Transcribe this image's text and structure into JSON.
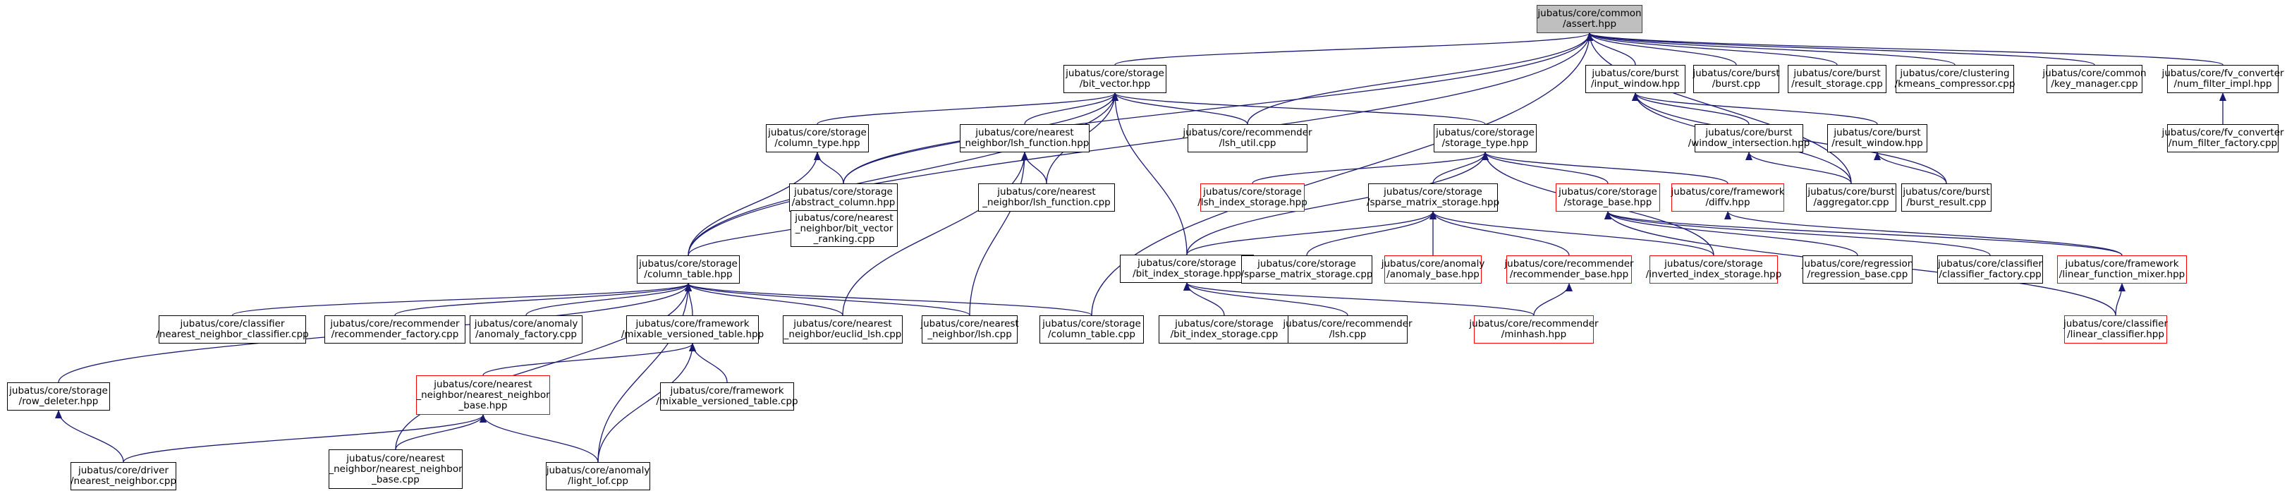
{
  "title": "jubatus/core/common/assert.hpp",
  "colors": {
    "edge": "#191970",
    "node_border": "#000000",
    "truncated_border": "#ff0000",
    "root_fill": "#bfbfbf"
  },
  "nodes": [
    {
      "id": "assert",
      "lines": [
        "jubatus/core/common",
        "/assert.hpp"
      ],
      "style": "root"
    },
    {
      "id": "bit_vector",
      "lines": [
        "jubatus/core/storage",
        "/bit_vector.hpp"
      ],
      "style": "normal"
    },
    {
      "id": "input_window",
      "lines": [
        "jubatus/core/burst",
        "/input_window.hpp"
      ],
      "style": "normal"
    },
    {
      "id": "burst_cpp",
      "lines": [
        "jubatus/core/burst",
        "/burst.cpp"
      ],
      "style": "normal"
    },
    {
      "id": "result_storage",
      "lines": [
        "jubatus/core/burst",
        "/result_storage.cpp"
      ],
      "style": "normal"
    },
    {
      "id": "kmeans",
      "lines": [
        "jubatus/core/clustering",
        "/kmeans_compressor.cpp"
      ],
      "style": "normal"
    },
    {
      "id": "key_manager",
      "lines": [
        "jubatus/core/common",
        "/key_manager.cpp"
      ],
      "style": "normal"
    },
    {
      "id": "num_filter_impl",
      "lines": [
        "jubatus/core/fv_converter",
        "/num_filter_impl.hpp"
      ],
      "style": "normal"
    },
    {
      "id": "num_filter_factory",
      "lines": [
        "jubatus/core/fv_converter",
        "/num_filter_factory.cpp"
      ],
      "style": "normal"
    },
    {
      "id": "column_type",
      "lines": [
        "jubatus/core/storage",
        "/column_type.hpp"
      ],
      "style": "normal"
    },
    {
      "id": "lsh_function_hpp",
      "lines": [
        "jubatus/core/nearest",
        "_neighbor/lsh_function.hpp"
      ],
      "style": "normal"
    },
    {
      "id": "lsh_util",
      "lines": [
        "jubatus/core/recommender",
        "/lsh_util.cpp"
      ],
      "style": "normal"
    },
    {
      "id": "storage_type",
      "lines": [
        "jubatus/core/storage",
        "/storage_type.hpp"
      ],
      "style": "normal"
    },
    {
      "id": "window_intersection",
      "lines": [
        "jubatus/core/burst",
        "/window_intersection.hpp"
      ],
      "style": "normal"
    },
    {
      "id": "result_window",
      "lines": [
        "jubatus/core/burst",
        "/result_window.hpp"
      ],
      "style": "normal"
    },
    {
      "id": "abstract_column",
      "lines": [
        "jubatus/core/storage",
        "/abstract_column.hpp"
      ],
      "style": "normal"
    },
    {
      "id": "lsh_function_cpp",
      "lines": [
        "jubatus/core/nearest",
        "_neighbor/lsh_function.cpp"
      ],
      "style": "normal"
    },
    {
      "id": "lsh_index_storage",
      "lines": [
        "jubatus/core/storage",
        "/lsh_index_storage.hpp"
      ],
      "style": "truncated"
    },
    {
      "id": "sparse_matrix_storage_hpp",
      "lines": [
        "jubatus/core/storage",
        "/sparse_matrix_storage.hpp"
      ],
      "style": "normal"
    },
    {
      "id": "storage_base",
      "lines": [
        "jubatus/core/storage",
        "/storage_base.hpp"
      ],
      "style": "truncated"
    },
    {
      "id": "diffv",
      "lines": [
        "jubatus/core/framework",
        "/diffv.hpp"
      ],
      "style": "truncated"
    },
    {
      "id": "aggregator",
      "lines": [
        "jubatus/core/burst",
        "/aggregator.cpp"
      ],
      "style": "normal"
    },
    {
      "id": "burst_result",
      "lines": [
        "jubatus/core/burst",
        "/burst_result.cpp"
      ],
      "style": "normal"
    },
    {
      "id": "bit_vector_ranking",
      "lines": [
        "jubatus/core/nearest",
        "_neighbor/bit_vector",
        "_ranking.cpp"
      ],
      "style": "normal"
    },
    {
      "id": "column_table_hpp",
      "lines": [
        "jubatus/core/storage",
        "/column_table.hpp"
      ],
      "style": "normal"
    },
    {
      "id": "bit_index_storage_hpp",
      "lines": [
        "jubatus/core/storage",
        "/bit_index_storage.hpp"
      ],
      "style": "normal"
    },
    {
      "id": "sparse_matrix_storage_cpp",
      "lines": [
        "jubatus/core/storage",
        "/sparse_matrix_storage.cpp"
      ],
      "style": "normal"
    },
    {
      "id": "anomaly_base",
      "lines": [
        "jubatus/core/anomaly",
        "/anomaly_base.hpp"
      ],
      "style": "truncated"
    },
    {
      "id": "recommender_base",
      "lines": [
        "jubatus/core/recommender",
        "/recommender_base.hpp"
      ],
      "style": "truncated"
    },
    {
      "id": "inverted_index_storage",
      "lines": [
        "jubatus/core/storage",
        "/inverted_index_storage.hpp"
      ],
      "style": "truncated"
    },
    {
      "id": "regression_base",
      "lines": [
        "jubatus/core/regression",
        "/regression_base.cpp"
      ],
      "style": "normal"
    },
    {
      "id": "classifier_factory",
      "lines": [
        "jubatus/core/classifier",
        "/classifier_factory.cpp"
      ],
      "style": "normal"
    },
    {
      "id": "linear_function_mixer",
      "lines": [
        "jubatus/core/framework",
        "/linear_function_mixer.hpp"
      ],
      "style": "truncated"
    },
    {
      "id": "nn_classifier",
      "lines": [
        "jubatus/core/classifier",
        "/nearest_neighbor_classifier.cpp"
      ],
      "style": "normal"
    },
    {
      "id": "recommender_factory",
      "lines": [
        "jubatus/core/recommender",
        "/recommender_factory.cpp"
      ],
      "style": "normal"
    },
    {
      "id": "anomaly_factory",
      "lines": [
        "jubatus/core/anomaly",
        "/anomaly_factory.cpp"
      ],
      "style": "normal"
    },
    {
      "id": "mixable_versioned_table_hpp",
      "lines": [
        "jubatus/core/framework",
        "/mixable_versioned_table.hpp"
      ],
      "style": "normal"
    },
    {
      "id": "euclid_lsh",
      "lines": [
        "jubatus/core/nearest",
        "_neighbor/euclid_lsh.cpp"
      ],
      "style": "normal"
    },
    {
      "id": "nn_lsh",
      "lines": [
        "jubatus/core/nearest",
        "_neighbor/lsh.cpp"
      ],
      "style": "normal"
    },
    {
      "id": "column_table_cpp",
      "lines": [
        "jubatus/core/storage",
        "/column_table.cpp"
      ],
      "style": "normal"
    },
    {
      "id": "bit_index_storage_cpp",
      "lines": [
        "jubatus/core/storage",
        "/bit_index_storage.cpp"
      ],
      "style": "normal"
    },
    {
      "id": "rec_lsh",
      "lines": [
        "jubatus/core/recommender",
        "/lsh.cpp"
      ],
      "style": "normal"
    },
    {
      "id": "minhash",
      "lines": [
        "jubatus/core/recommender",
        "/minhash.hpp"
      ],
      "style": "truncated"
    },
    {
      "id": "linear_classifier",
      "lines": [
        "jubatus/core/classifier",
        "/linear_classifier.hpp"
      ],
      "style": "truncated"
    },
    {
      "id": "row_deleter",
      "lines": [
        "jubatus/core/storage",
        "/row_deleter.hpp"
      ],
      "style": "normal"
    },
    {
      "id": "nn_base_hpp",
      "lines": [
        "jubatus/core/nearest",
        "_neighbor/nearest_neighbor",
        "_base.hpp"
      ],
      "style": "truncated"
    },
    {
      "id": "mixable_versioned_table_cpp",
      "lines": [
        "jubatus/core/framework",
        "/mixable_versioned_table.cpp"
      ],
      "style": "normal"
    },
    {
      "id": "driver_nn",
      "lines": [
        "jubatus/core/driver",
        "/nearest_neighbor.cpp"
      ],
      "style": "normal"
    },
    {
      "id": "nn_base_cpp",
      "lines": [
        "jubatus/core/nearest",
        "_neighbor/nearest_neighbor",
        "_base.cpp"
      ],
      "style": "normal"
    },
    {
      "id": "light_lof",
      "lines": [
        "jubatus/core/anomaly",
        "/light_lof.cpp"
      ],
      "style": "normal"
    }
  ],
  "edges": [
    [
      "bit_vector",
      "assert"
    ],
    [
      "input_window",
      "assert"
    ],
    [
      "burst_cpp",
      "assert"
    ],
    [
      "result_storage",
      "assert"
    ],
    [
      "kmeans",
      "assert"
    ],
    [
      "key_manager",
      "assert"
    ],
    [
      "num_filter_impl",
      "assert"
    ],
    [
      "lsh_util",
      "assert"
    ],
    [
      "abstract_column",
      "assert"
    ],
    [
      "column_table_hpp",
      "assert"
    ],
    [
      "column_table_cpp",
      "assert"
    ],
    [
      "aggregator",
      "assert"
    ],
    [
      "num_filter_factory",
      "num_filter_impl"
    ],
    [
      "column_type",
      "bit_vector"
    ],
    [
      "lsh_function_hpp",
      "bit_vector"
    ],
    [
      "lsh_util",
      "bit_vector"
    ],
    [
      "storage_type",
      "bit_vector"
    ],
    [
      "abstract_column",
      "bit_vector"
    ],
    [
      "lsh_function_cpp",
      "bit_vector"
    ],
    [
      "bit_index_storage_hpp",
      "bit_vector"
    ],
    [
      "column_table_hpp",
      "bit_vector"
    ],
    [
      "window_intersection",
      "input_window"
    ],
    [
      "result_window",
      "input_window"
    ],
    [
      "aggregator",
      "input_window"
    ],
    [
      "burst_result",
      "input_window"
    ],
    [
      "abstract_column",
      "column_type"
    ],
    [
      "column_table_hpp",
      "column_type"
    ],
    [
      "lsh_function_cpp",
      "lsh_function_hpp"
    ],
    [
      "euclid_lsh",
      "lsh_function_hpp"
    ],
    [
      "nn_lsh",
      "lsh_function_hpp"
    ],
    [
      "lsh_index_storage",
      "storage_type"
    ],
    [
      "sparse_matrix_storage_hpp",
      "storage_type"
    ],
    [
      "storage_base",
      "storage_type"
    ],
    [
      "diffv",
      "storage_type"
    ],
    [
      "bit_index_storage_hpp",
      "storage_type"
    ],
    [
      "inverted_index_storage",
      "storage_type"
    ],
    [
      "aggregator",
      "window_intersection"
    ],
    [
      "burst_result",
      "result_window"
    ],
    [
      "bit_vector_ranking",
      "abstract_column"
    ],
    [
      "column_table_hpp",
      "abstract_column"
    ],
    [
      "sparse_matrix_storage_cpp",
      "sparse_matrix_storage_hpp"
    ],
    [
      "anomaly_base",
      "sparse_matrix_storage_hpp"
    ],
    [
      "recommender_base",
      "sparse_matrix_storage_hpp"
    ],
    [
      "inverted_index_storage",
      "sparse_matrix_storage_hpp"
    ],
    [
      "bit_index_storage_hpp",
      "sparse_matrix_storage_hpp"
    ],
    [
      "regression_base",
      "storage_base"
    ],
    [
      "classifier_factory",
      "storage_base"
    ],
    [
      "linear_function_mixer",
      "storage_base"
    ],
    [
      "linear_classifier",
      "storage_base"
    ],
    [
      "linear_function_mixer",
      "diffv"
    ],
    [
      "linear_classifier",
      "linear_function_mixer"
    ],
    [
      "nn_classifier",
      "column_table_hpp"
    ],
    [
      "recommender_factory",
      "column_table_hpp"
    ],
    [
      "anomaly_factory",
      "column_table_hpp"
    ],
    [
      "mixable_versioned_table_hpp",
      "column_table_hpp"
    ],
    [
      "euclid_lsh",
      "column_table_hpp"
    ],
    [
      "nn_lsh",
      "column_table_hpp"
    ],
    [
      "column_table_cpp",
      "column_table_hpp"
    ],
    [
      "row_deleter",
      "column_table_hpp"
    ],
    [
      "nn_base_cpp",
      "column_table_hpp"
    ],
    [
      "light_lof",
      "column_table_hpp"
    ],
    [
      "bit_index_storage_cpp",
      "bit_index_storage_hpp"
    ],
    [
      "rec_lsh",
      "bit_index_storage_hpp"
    ],
    [
      "minhash",
      "bit_index_storage_hpp"
    ],
    [
      "minhash",
      "recommender_base"
    ],
    [
      "nn_base_hpp",
      "mixable_versioned_table_hpp"
    ],
    [
      "mixable_versioned_table_cpp",
      "mixable_versioned_table_hpp"
    ],
    [
      "light_lof",
      "mixable_versioned_table_hpp"
    ],
    [
      "driver_nn",
      "row_deleter"
    ],
    [
      "driver_nn",
      "nn_base_hpp"
    ],
    [
      "nn_base_cpp",
      "nn_base_hpp"
    ],
    [
      "light_lof",
      "nn_base_hpp"
    ]
  ]
}
